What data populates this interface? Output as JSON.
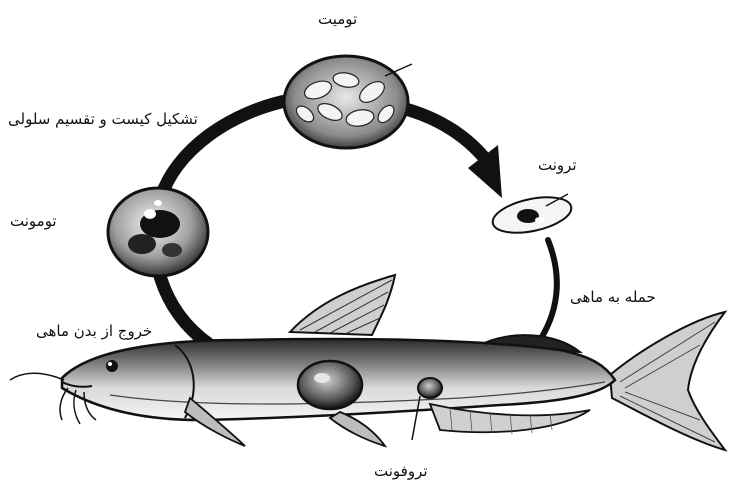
{
  "labels": {
    "tomite": "تومیت",
    "cyst": "تشکیل کیست و تقسیم سلولی",
    "theront": "ترونت",
    "tomont": "تومونت",
    "attack": "حمله به ماهی",
    "exit": "خروج از بدن ماهی",
    "trophont": "تروفونت"
  },
  "stages": [
    "تومونت",
    "تومیت",
    "ترونت",
    "تروفونت"
  ],
  "colors": {
    "ink": "#111111",
    "background": "#ffffff",
    "shade": "#9a9a9a"
  }
}
